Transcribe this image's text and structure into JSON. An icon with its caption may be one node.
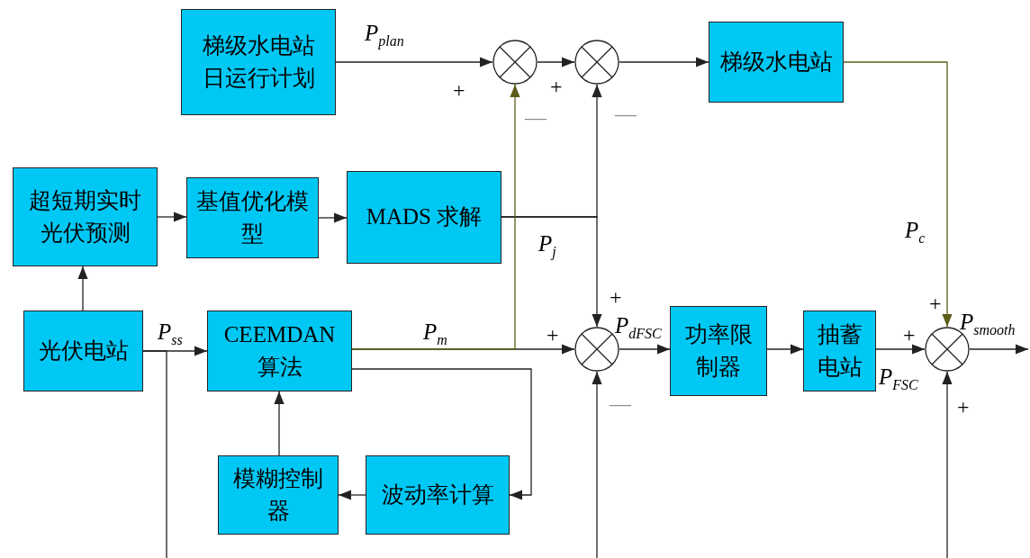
{
  "diagram": {
    "nodes": [
      {
        "text": [
          "梯级水电站日运行计划"
        ]
      },
      {
        "text": [],
        "shape": "circle"
      },
      {
        "text": [],
        "shape": "circle"
      },
      {
        "text": [
          "梯级水电站"
        ]
      },
      {
        "text": [
          "超短期实时光伏预测"
        ]
      },
      {
        "text": [
          "基值优化模型"
        ]
      },
      {
        "text": [
          "MADS 求解"
        ]
      },
      {
        "text": [
          "光伏电站"
        ]
      },
      {
        "text": [
          "CEEMDAN 算法"
        ]
      },
      {
        "text": [],
        "shape": "circle"
      },
      {
        "text": [
          "功率限制器"
        ]
      },
      {
        "text": [
          "抽蓄电站"
        ]
      },
      {
        "text": [],
        "shape": "circle"
      },
      {
        "text": [
          "模糊控制器"
        ]
      },
      {
        "text": [
          "波动率计算"
        ]
      }
    ],
    "edges": [
      {
        "from": 0,
        "to": 1,
        "arrow": "to",
        "label": "P$_{plan}$"
      },
      {
        "from": 1,
        "to": 2,
        "arrow": "to"
      },
      {
        "from": 2,
        "to": 3,
        "arrow": "to"
      },
      {
        "from": 3,
        "to": 12,
        "arrow": "to",
        "label": "P$_{c}$",
        "color": "#5c5c1a"
      },
      {
        "from": 4,
        "to": 5,
        "arrow": "to"
      },
      {
        "from": 5,
        "to": 6,
        "arrow": "to"
      },
      {
        "from": 6,
        "to": 2,
        "arrow": "to",
        "label": "P$_{j}$"
      },
      {
        "from": 6,
        "to": 9,
        "arrow": "to"
      },
      {
        "from": 7,
        "to": 4,
        "arrow": "to"
      },
      {
        "from": 7,
        "to": 8,
        "arrow": "to",
        "label": "P$_{ss}$"
      },
      {
        "from": 8,
        "to": 9,
        "arrow": "to",
        "label": "P$_{m}$"
      },
      {
        "from": 8,
        "to": 1,
        "arrow": "to",
        "color": "#5c5c1a"
      },
      {
        "from": 8,
        "to": 14,
        "arrow": "to"
      },
      {
        "from": 14,
        "to": 13,
        "arrow": "to"
      },
      {
        "from": 13,
        "to": 8,
        "arrow": "to"
      },
      {
        "from": 9,
        "to": 10,
        "arrow": "to",
        "label": "P$_{dFSC}$"
      },
      {
        "from": 10,
        "to": 11,
        "arrow": "to"
      },
      {
        "from": 11,
        "to": 12,
        "arrow": "to",
        "label": "P$_{FSC}$"
      },
      {
        "from": 12,
        "to": null,
        "arrow": "to",
        "label": "P$_{smooth}$"
      },
      {
        "from": null,
        "to": 9,
        "arrow": "to"
      },
      {
        "from": null,
        "to": 12,
        "arrow": "to"
      },
      {
        "from": 7,
        "to": null,
        "arrow": "none"
      }
    ],
    "labels": [
      "+",
      "+",
      "—",
      "—",
      "+",
      "+",
      "+",
      "+",
      "—",
      "+"
    ]
  }
}
